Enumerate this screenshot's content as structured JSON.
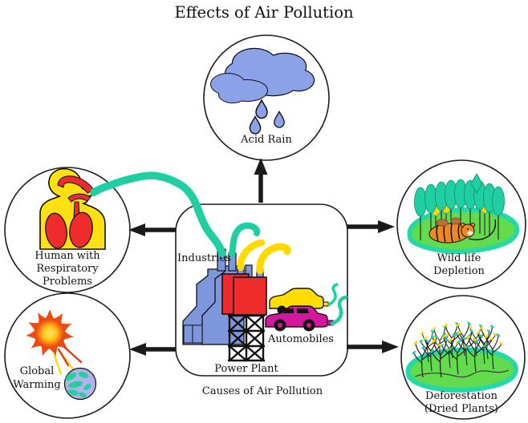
{
  "title": "Effects of Air Pollution",
  "center_box": {
    "caption": "Causes of Air Pollution",
    "industries_label": "Industries",
    "power_plant_label": "Power Plant",
    "automobiles_label": "Automobiles"
  },
  "nodes": {
    "acid_rain": {
      "lines": [
        "Acid Rain"
      ]
    },
    "human": {
      "lines": [
        "Human with",
        "Respiratory",
        "Problems"
      ]
    },
    "wildlife": {
      "lines": [
        "Wild life",
        "Depletion"
      ]
    },
    "global_warming": {
      "lines": [
        "Global",
        "Warming"
      ]
    },
    "deforestation": {
      "lines": [
        "Deforestation",
        "(Dried Plants)"
      ]
    }
  },
  "palette": {
    "outline": "#111111",
    "arrow_black": "#1a1a1a",
    "cloud_blue": "#8ca2e8",
    "factory_blue": "#7e96dc",
    "red": "#ee2c2c",
    "smoke_yellow": "#ffd900",
    "body_yellow": "#ffe012",
    "smoke_teal": "#1fcfa2",
    "car_magenta": "#d2199e",
    "ground_green": "#62db4d",
    "ground_border_teal": "#25d8a8",
    "earth_lavender": "#b4b2ec",
    "tiger_orange": "#ee8822",
    "sun_red": "#e93311"
  }
}
